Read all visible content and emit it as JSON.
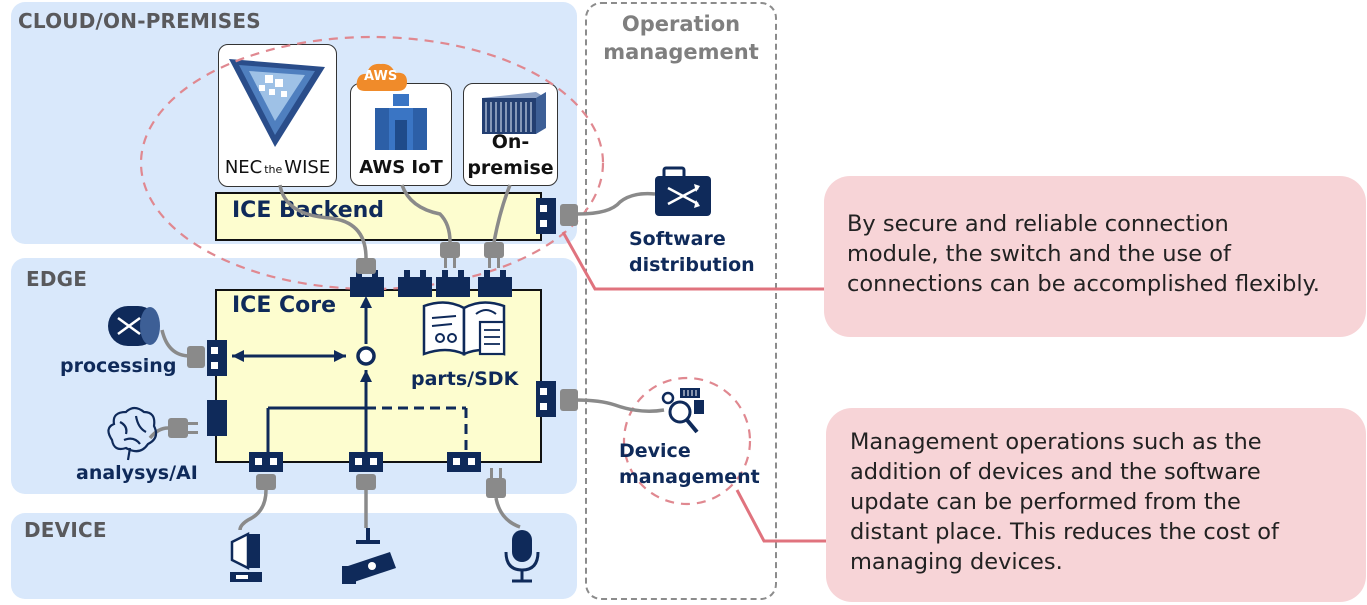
{
  "zones": {
    "cloud": "CLOUD/ON-PREMISES",
    "edge": "EDGE",
    "device": "DEVICE"
  },
  "operation": {
    "title_line1": "Operation",
    "title_line2": "management"
  },
  "backend": {
    "title": "ICE Backend"
  },
  "core": {
    "title": "ICE Core"
  },
  "services": {
    "nec_prefix": "NEC",
    "nec_mid": "the",
    "nec_suffix": "WISE",
    "aws_badge": "AWS",
    "aws_label": "AWS IoT",
    "onprem_line1": "On-",
    "onprem_line2": "premise"
  },
  "labels": {
    "parts_sdk": "parts/SDK",
    "processing": "processing",
    "analysis": "analysys/AI",
    "software_line1": "Software",
    "software_line2": "distribution",
    "device_line1": "Device",
    "device_line2": "management"
  },
  "callouts": {
    "top": [
      "By secure and reliable connection",
      "module, the switch and the use of",
      "connections can be accomplished flexibly."
    ],
    "bottom": [
      "Management operations such as the",
      "addition of devices and the software",
      "update can be performed from the",
      "distant place. This reduces the cost of",
      "managing devices."
    ]
  },
  "colors": {
    "zone_bg": "#d9e8fb",
    "navy": "#0f2a5a",
    "core_yellow": "#fdfdcf",
    "callout_pink": "#f7d4d7",
    "link_red": "#e0737e",
    "aws_orange": "#f08b2a",
    "aws_blue": "#3a75c4"
  }
}
